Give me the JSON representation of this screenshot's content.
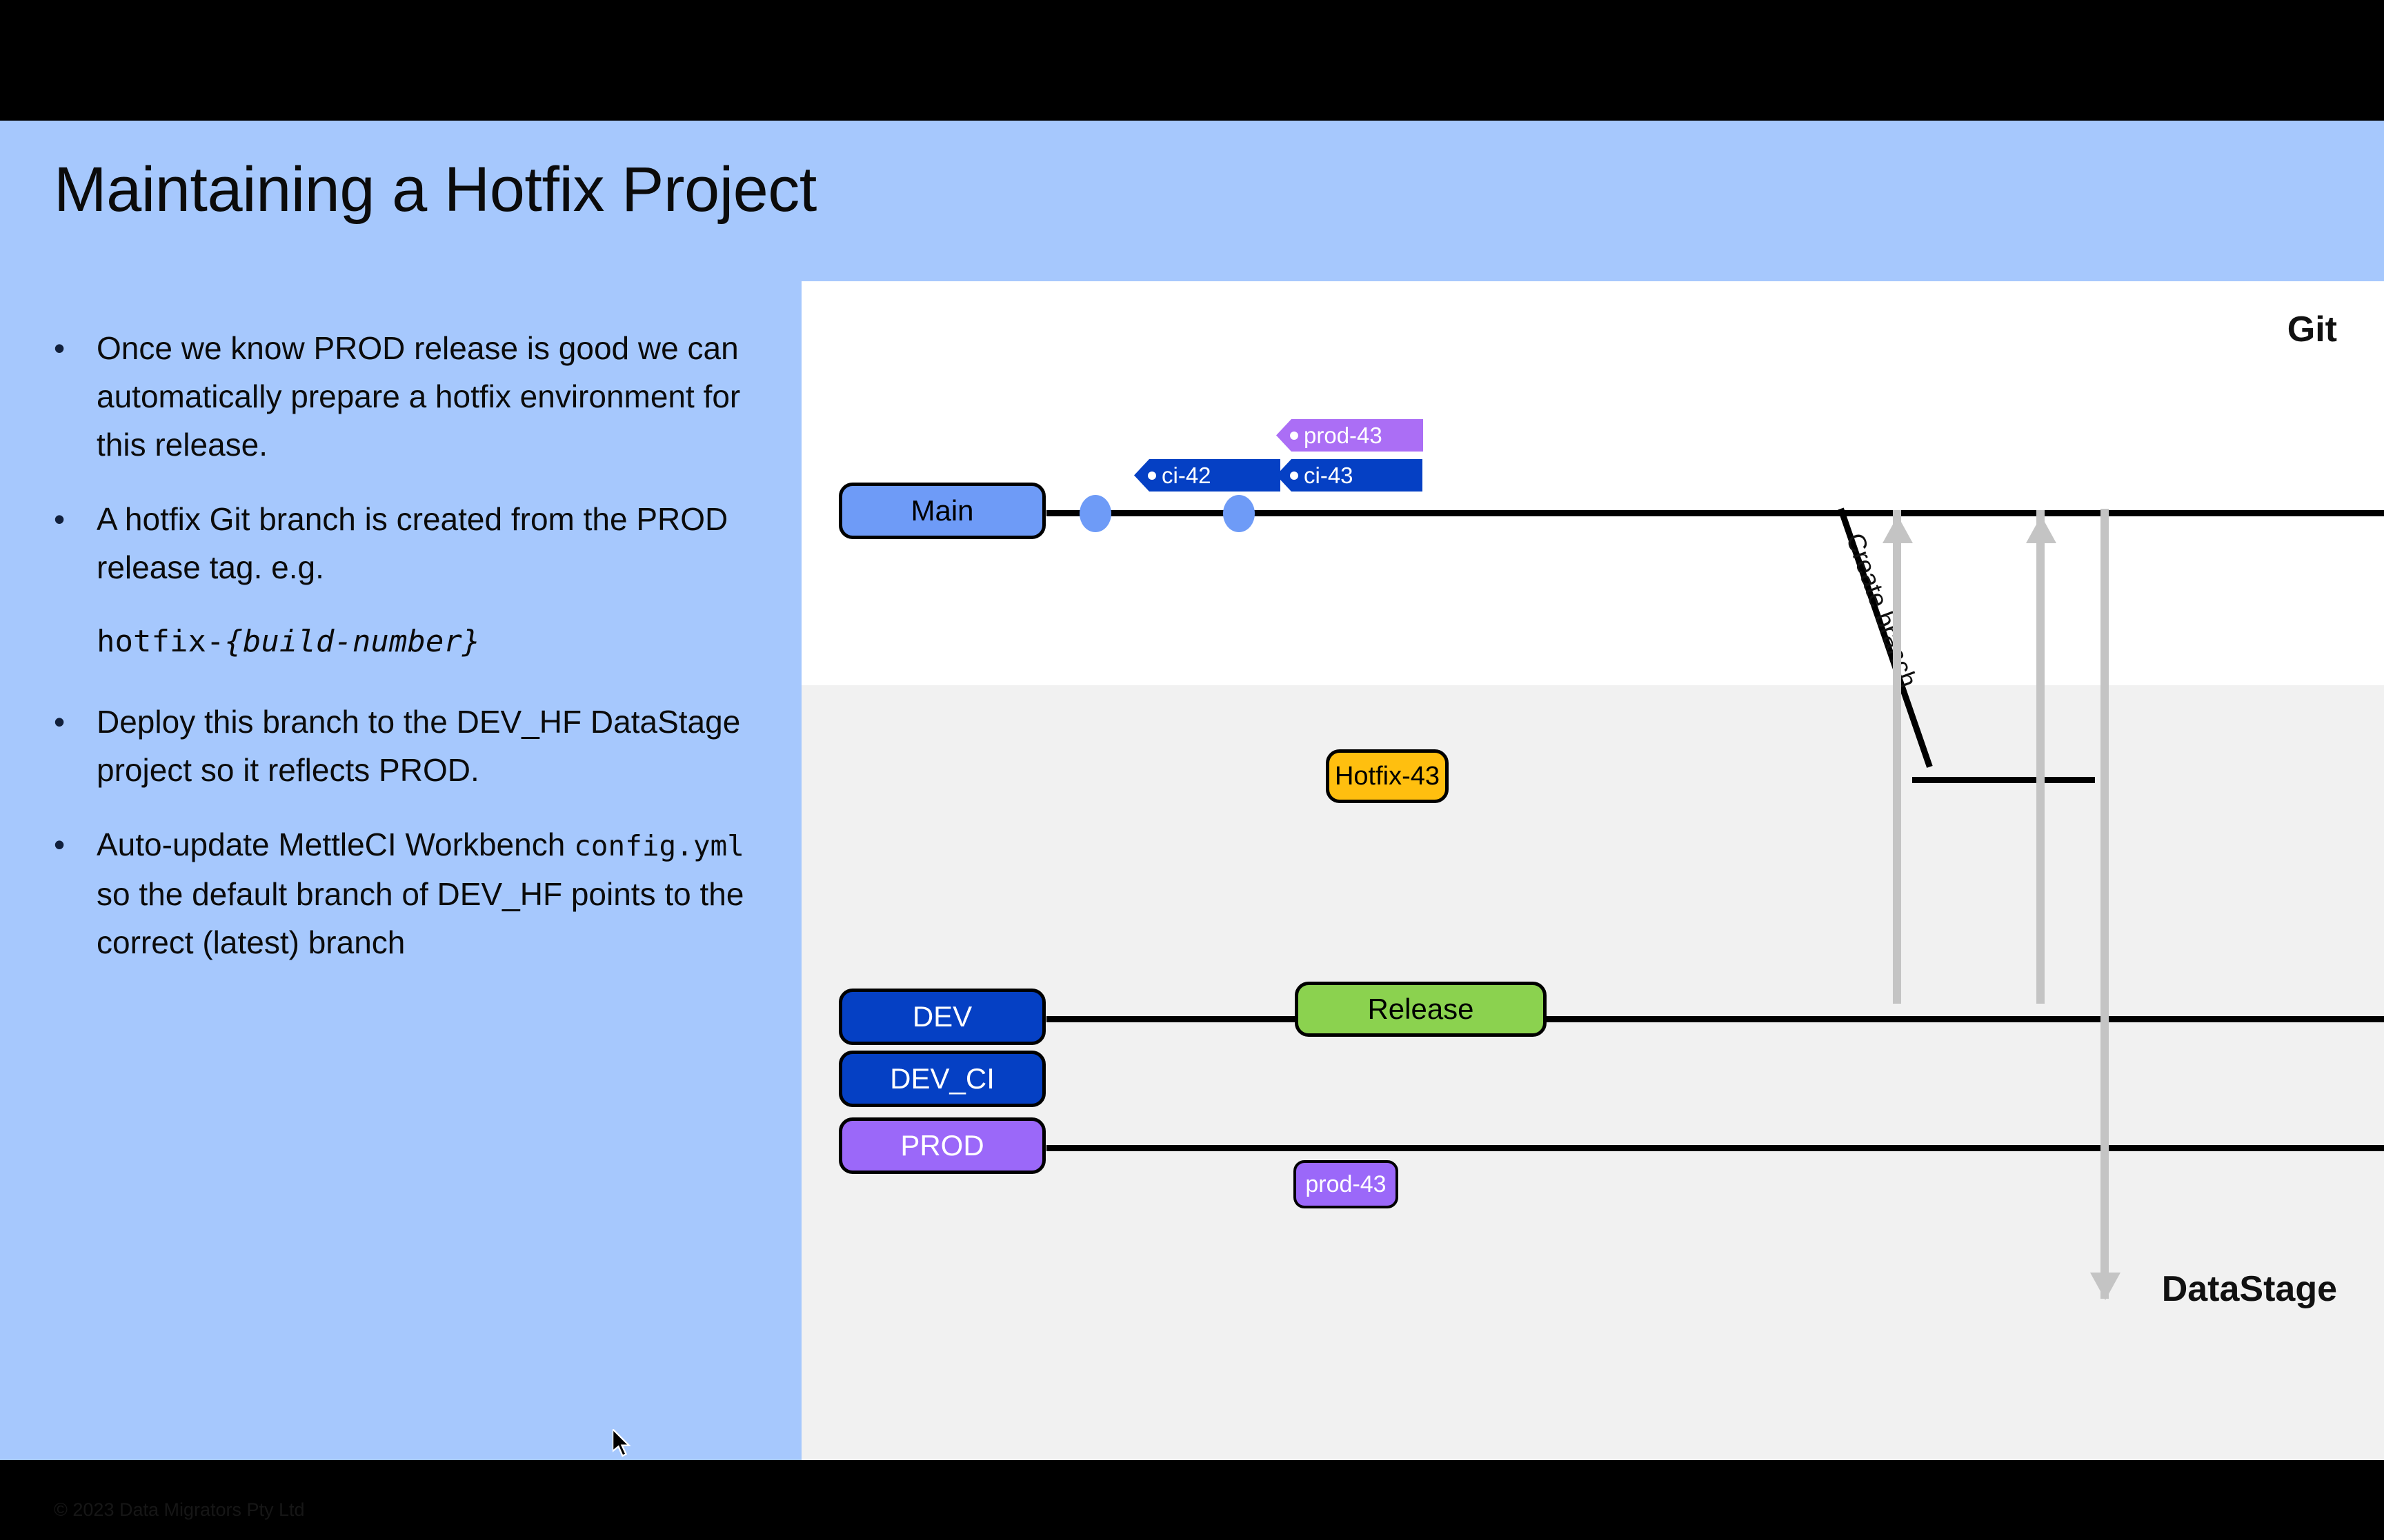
{
  "slide": {
    "title": "Maintaining a Hotfix Project",
    "copyright": "© 2023 Data Migrators Pty Ltd",
    "bullet_marker": "•",
    "bullets": [
      "Once we know PROD release is good we can automatically prepare a hotfix environment for this release.",
      "A hotfix Git branch is created from the PROD release tag. e.g.",
      "Deploy this branch to the DEV_HF DataStage project so it reflects PROD."
    ],
    "code_example": {
      "prefix": "hotfix-",
      "variable": "{build-number}"
    },
    "last_bullet": {
      "part1": "Auto-update MettleCI Workbench ",
      "code": "config.yml",
      "part2": " so the default branch of DEV_HF points to the correct (latest) branch"
    }
  },
  "diagram": {
    "git_label": "Git",
    "datastage_label": "DataStage",
    "lanes": [
      {
        "name": "Main",
        "label": "Main"
      },
      {
        "name": "DEV",
        "label": "DEV"
      },
      {
        "name": "DEV_CI",
        "label": "DEV_CI"
      },
      {
        "name": "PROD",
        "label": "PROD"
      }
    ],
    "boxes": {
      "hotfix": "Hotfix-43",
      "release": "Release",
      "prod_deploy": "prod-43"
    },
    "tags": [
      {
        "name": "ci-42",
        "label": "ci-42",
        "color": "#0540c4"
      },
      {
        "name": "ci-43",
        "label": "ci-43",
        "color": "#0540c4"
      },
      {
        "name": "prod-43",
        "label": "prod-43",
        "color": "#ab6ef5"
      }
    ],
    "annotation": "Create branch",
    "colors": {
      "header_blue": "#a6c8fd",
      "main_pill": "#6e9bf7",
      "dev_pill": "#0540c4",
      "prod_pill": "#9b68f9",
      "hotfix_box": "#ffbf0f",
      "release_box": "#8bd24f",
      "arrow_gray": "#c4c4c4",
      "datastage_zone": "#f1f1f1"
    }
  }
}
